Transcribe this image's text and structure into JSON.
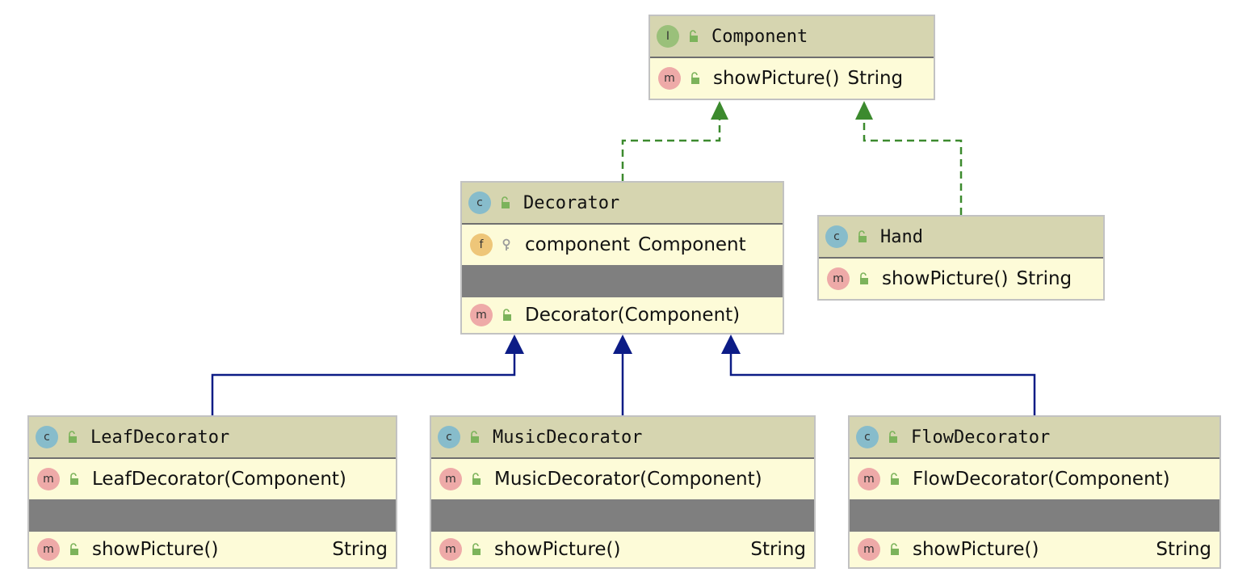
{
  "colors": {
    "realization": "#3c8a2e",
    "inheritance": "#0c1c86",
    "header": "#d6d5b0",
    "body": "#fdfbd8",
    "separator": "#7f7f7f"
  },
  "classes": {
    "component": {
      "kind": "I",
      "name": "Component",
      "methods": [
        {
          "badge": "m",
          "name": "showPicture()",
          "type": "String"
        }
      ]
    },
    "decorator": {
      "kind": "c",
      "name": "Decorator",
      "fields": [
        {
          "badge": "f",
          "name": "component",
          "type": "Component"
        }
      ],
      "methods": [
        {
          "badge": "m",
          "name": "Decorator(Component)"
        }
      ]
    },
    "hand": {
      "kind": "c",
      "name": "Hand",
      "methods": [
        {
          "badge": "m",
          "name": "showPicture()",
          "type": "String"
        }
      ]
    },
    "leaf": {
      "kind": "c",
      "name": "LeafDecorator",
      "ctor": {
        "badge": "m",
        "name": "LeafDecorator(Component)"
      },
      "methods": [
        {
          "badge": "m",
          "name": "showPicture()",
          "type": "String"
        }
      ]
    },
    "music": {
      "kind": "c",
      "name": "MusicDecorator",
      "ctor": {
        "badge": "m",
        "name": "MusicDecorator(Component)"
      },
      "methods": [
        {
          "badge": "m",
          "name": "showPicture()",
          "type": "String"
        }
      ]
    },
    "flow": {
      "kind": "c",
      "name": "FlowDecorator",
      "ctor": {
        "badge": "m",
        "name": "FlowDecorator(Component)"
      },
      "methods": [
        {
          "badge": "m",
          "name": "showPicture()",
          "type": "String"
        }
      ]
    }
  },
  "edges": [
    {
      "from": "decorator",
      "to": "component",
      "kind": "realization"
    },
    {
      "from": "hand",
      "to": "component",
      "kind": "realization"
    },
    {
      "from": "leaf",
      "to": "decorator",
      "kind": "inheritance"
    },
    {
      "from": "music",
      "to": "decorator",
      "kind": "inheritance"
    },
    {
      "from": "flow",
      "to": "decorator",
      "kind": "inheritance"
    }
  ]
}
